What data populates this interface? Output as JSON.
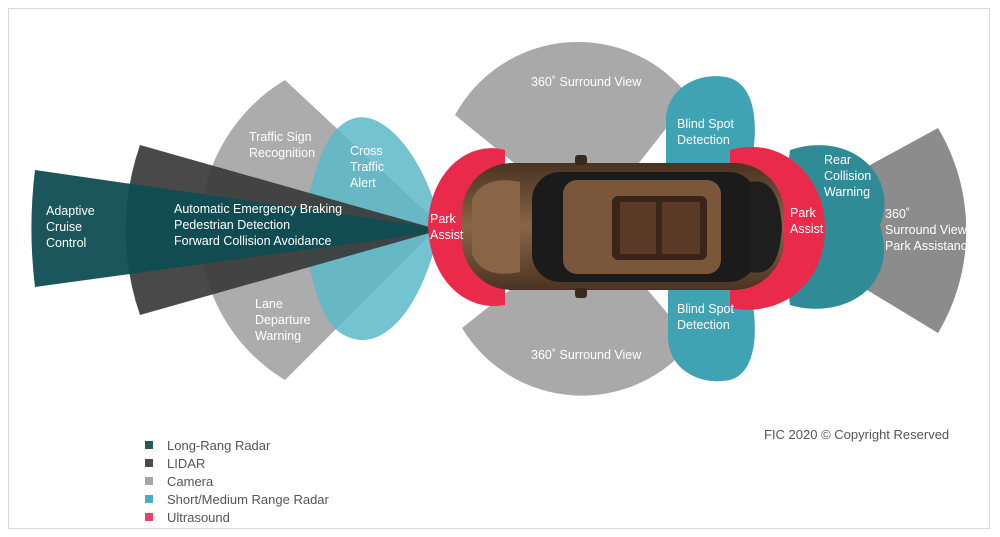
{
  "labels": {
    "acc": [
      "Adaptive",
      "Cruise",
      "Control"
    ],
    "aeb": [
      "Automatic Emergency Braking",
      "Pedestrian Detection",
      "Forward Collision Avoidance"
    ],
    "traffic_sign": [
      "Traffic Sign",
      "Recognition"
    ],
    "lane_departure": [
      "Lane",
      "Departure",
      "Warning"
    ],
    "cross_traffic": [
      "Cross",
      "Traffic",
      "Alert"
    ],
    "park_front": [
      "Park",
      "Assist"
    ],
    "park_rear": [
      "Park",
      "Assist"
    ],
    "surround_top": "360˚ Surround View",
    "surround_bottom": "360˚ Surround View",
    "blind_top": [
      "Blind Spot",
      "Detection"
    ],
    "blind_bottom": [
      "Blind Spot",
      "Detection"
    ],
    "rear_collision": [
      "Rear",
      "Collision",
      "Warning"
    ],
    "rear_surround": [
      "360˚",
      "Surround View",
      "Park Assistance"
    ]
  },
  "legend": [
    {
      "label": "Long-Rang Radar",
      "color": "#1e5a5e"
    },
    {
      "label": "LIDAR",
      "color": "#4a4a4a"
    },
    {
      "label": "Camera",
      "color": "#a6a6a6"
    },
    {
      "label": "Short/Medium Range Radar",
      "color": "#4bacc6"
    },
    {
      "label": "Ultrasound",
      "color": "#e8436a"
    }
  ],
  "copyright": "FIC 2020 © Copyright Reserved",
  "colors": {
    "long_range_radar": "#1a5558",
    "lidar": "#3c3c3c",
    "camera": "#9c9c9c",
    "short_medium_radar": "#3fa3b4",
    "ultrasound": "#ea2a4b",
    "car_body": "#6a4a33"
  }
}
